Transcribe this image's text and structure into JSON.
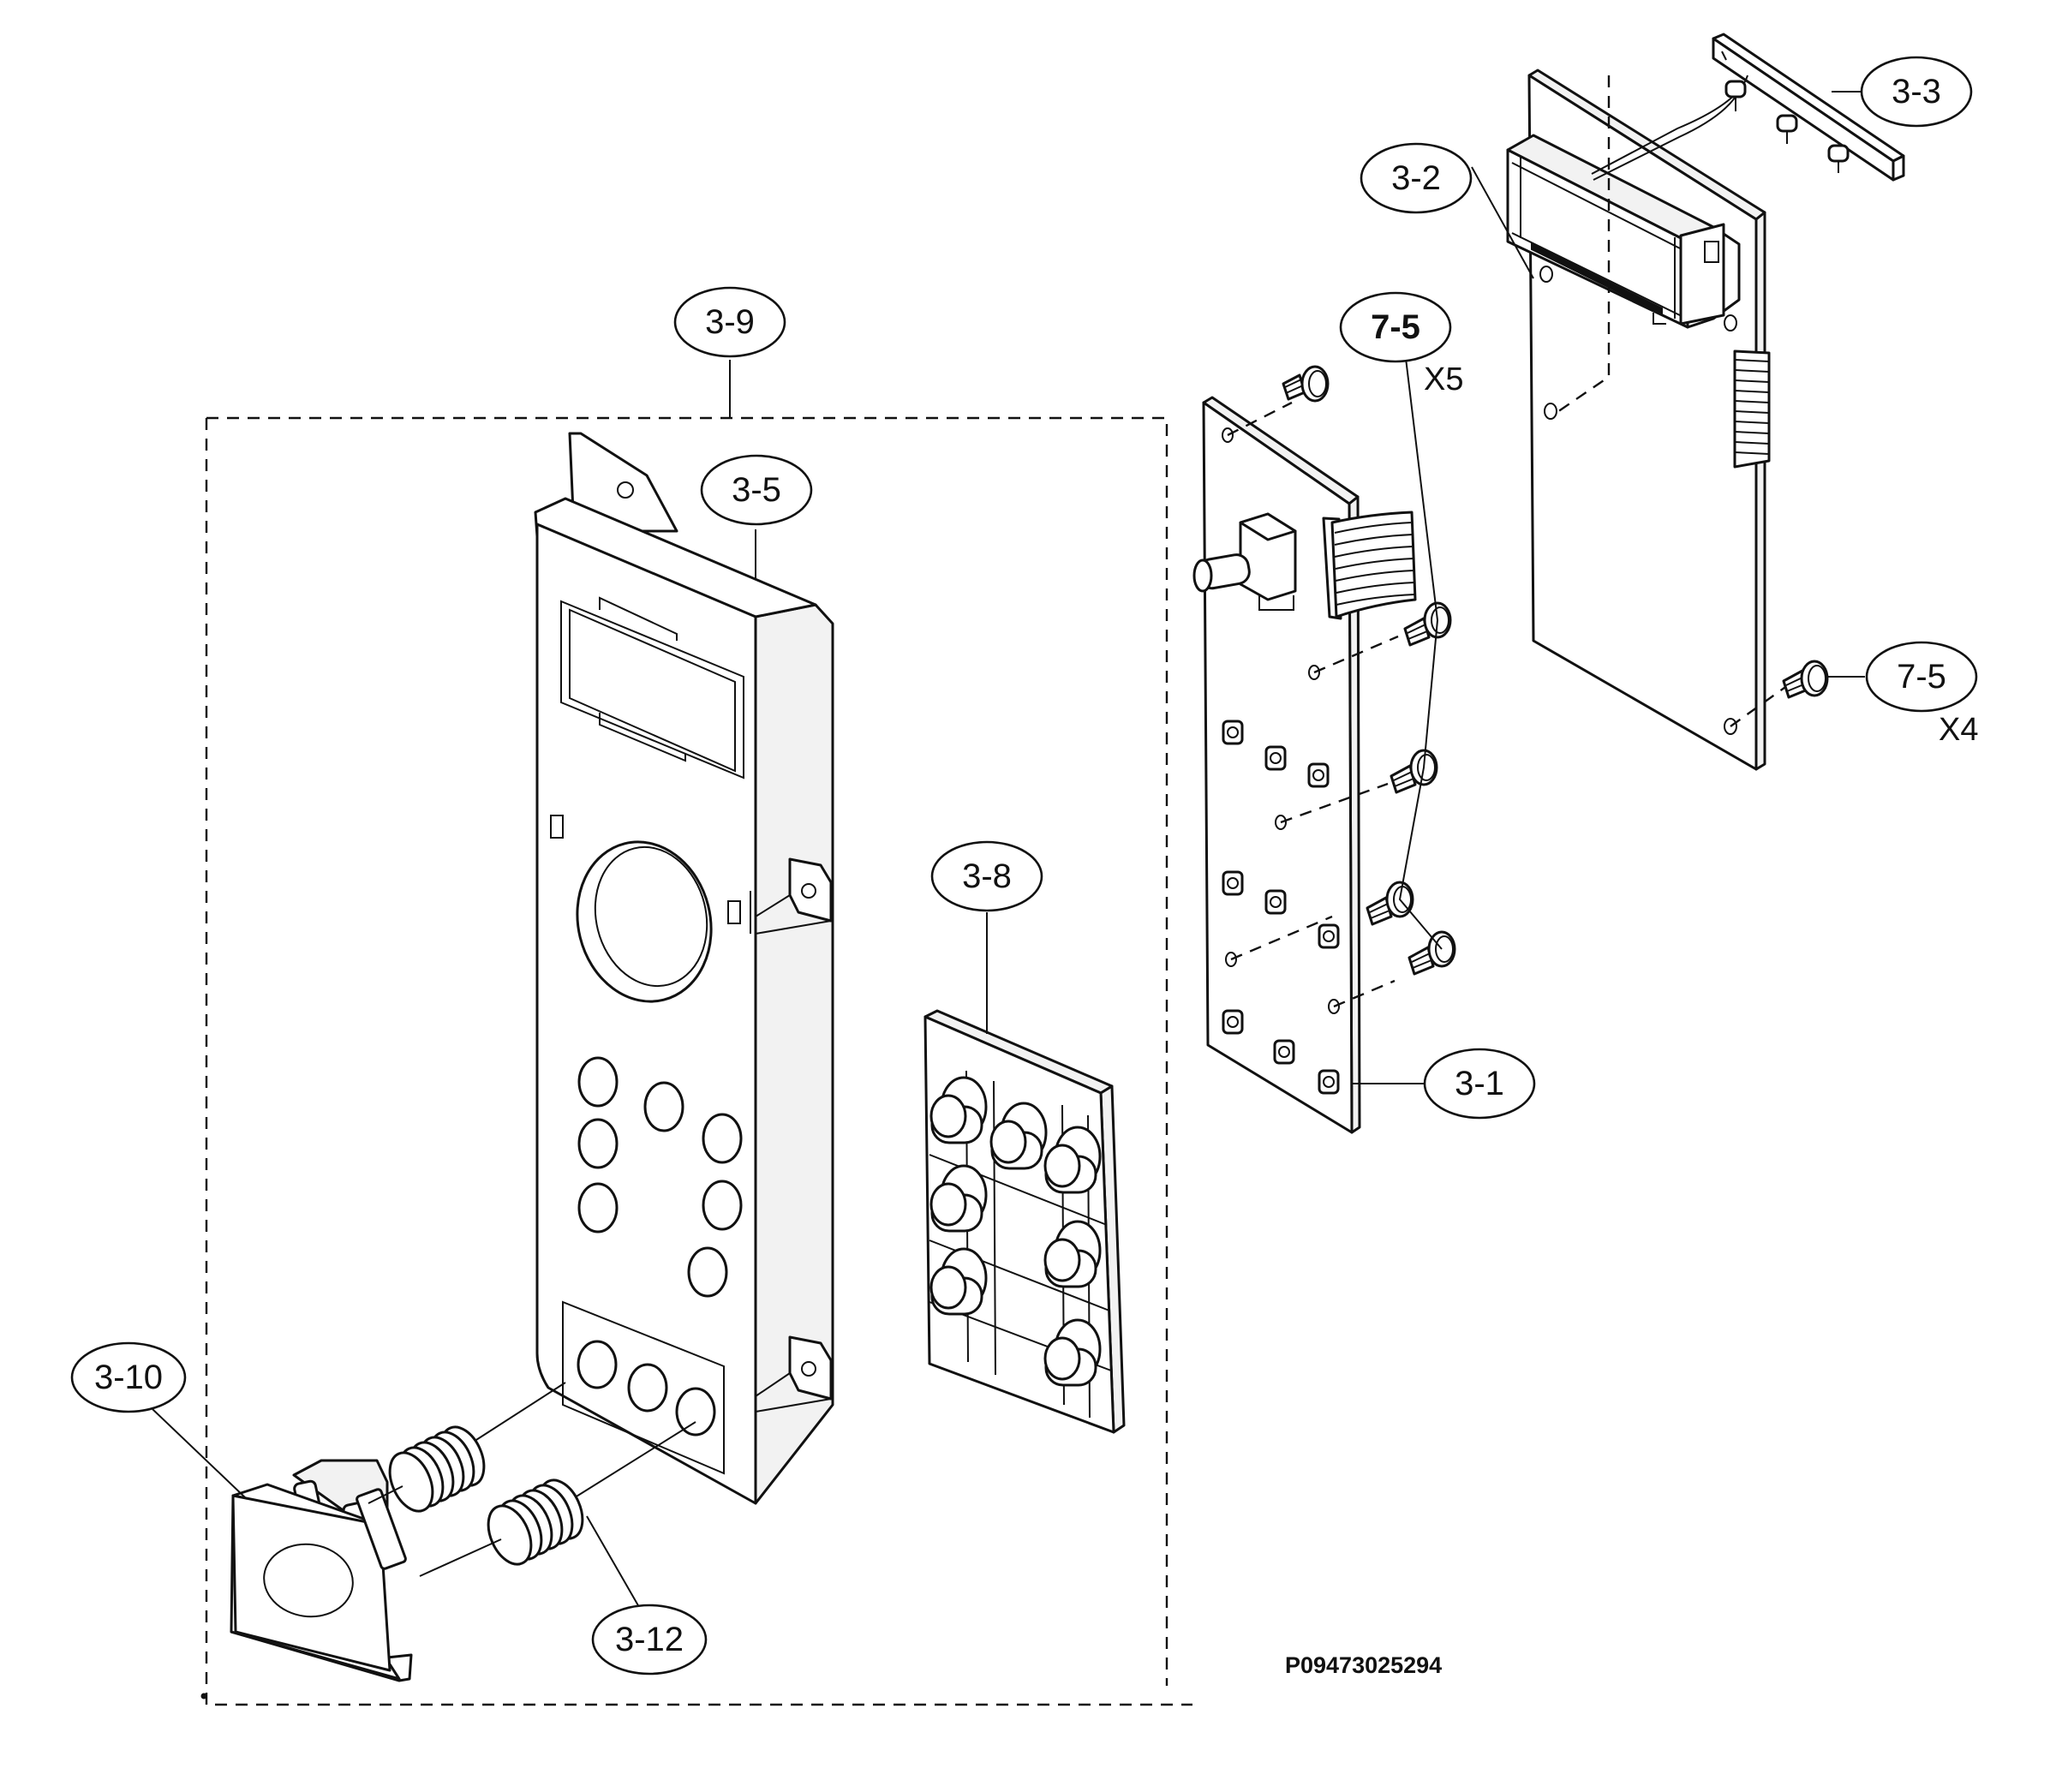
{
  "callouts": {
    "p3_1": "3-1",
    "p3_2": "3-2",
    "p3_3": "3-3",
    "p3_5": "3-5",
    "p3_8": "3-8",
    "p3_9": "3-9",
    "p3_10": "3-10",
    "p3_12": "3-12",
    "p7_5_a": "7-5",
    "p7_5_b": "7-5"
  },
  "quantities": {
    "q7_5_a": "X5",
    "q7_5_b": "X4"
  },
  "drawing_code": "P09473025294"
}
